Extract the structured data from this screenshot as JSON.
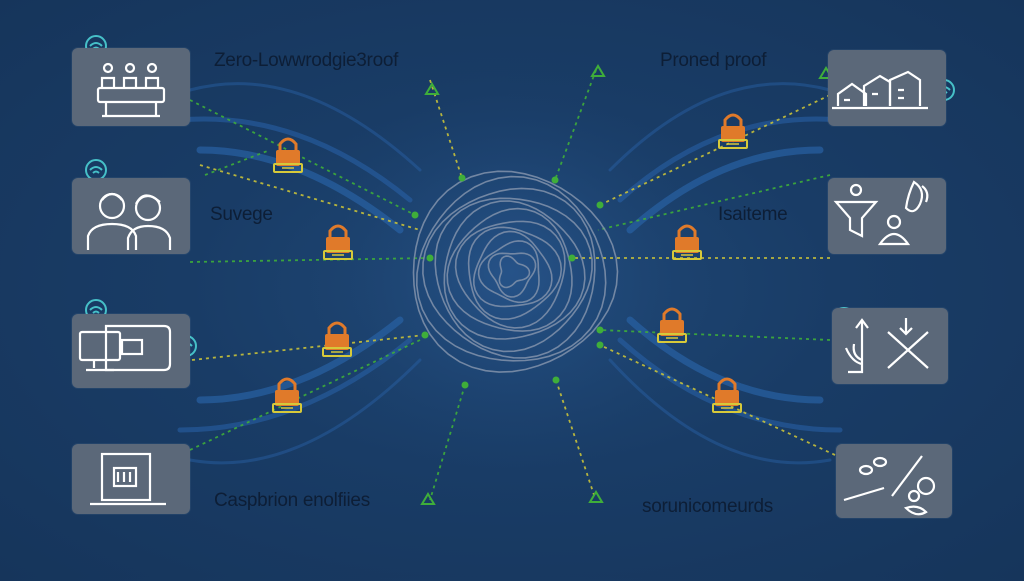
{
  "diagram": {
    "labels": {
      "top_left": "Zero-Lowwrodgie3roof",
      "top_right": "Proned proof",
      "mid_left": "Suvege",
      "mid_right": "Isaiteme",
      "bottom_left": "Caspbrion enolfiies",
      "bottom_right": "sorunicomeurds"
    },
    "colors": {
      "background": "#193c66",
      "node_fill": "#5b6879",
      "connector": "#c9c23a",
      "accent_green": "#3fae3a",
      "wifi": "#46c0c8",
      "lock": "#e07a2a",
      "swirl": "#2a63a8"
    },
    "icons": [
      "wifi-icon",
      "meeting-table-icon",
      "two-people-icon",
      "computer-monitor-icon",
      "server-cabinet-icon",
      "buildings-icon",
      "filter-person-icon",
      "chart-tools-icon",
      "hand-tools-icon",
      "padlock-icon",
      "fingerprint-icon"
    ]
  }
}
